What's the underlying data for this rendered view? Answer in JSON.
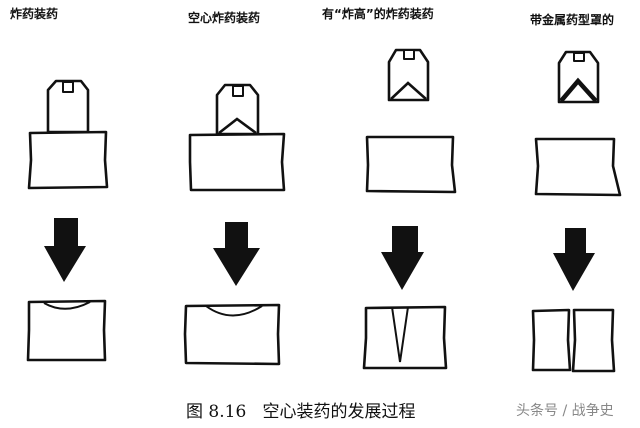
{
  "labels": [
    "炸药装药",
    "空心炸药装药",
    "有“炸高”的炸药装药",
    "带金属药型罩的"
  ],
  "caption": "图 8.16   空心装药的发展过程",
  "watermark": "头条号 / 战争史"
}
